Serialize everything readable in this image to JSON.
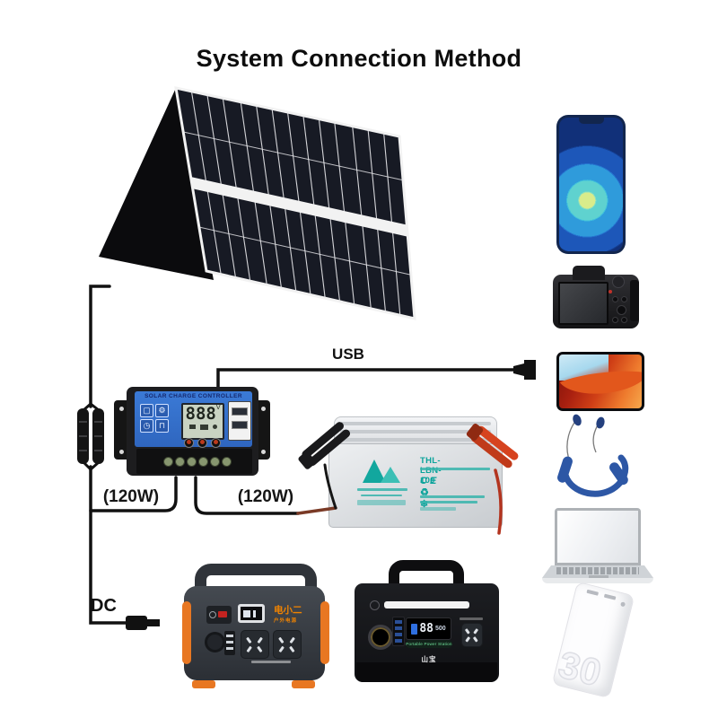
{
  "title": "System Connection Method",
  "connections": {
    "usb_label": "USB",
    "panel_watt_label": "(120W)",
    "battery_watt_label": "(120W)",
    "dc_label": "DC"
  },
  "charge_controller": {
    "title": "SOLAR CHARGE CONTROLLER",
    "lcd_value": "888",
    "lcd_unit": "V"
  },
  "battery": {
    "model": "THL-LBN-100",
    "ce_mark": "CE",
    "icons": {
      "recycle": "♻",
      "snowflake": "❄"
    }
  },
  "power_station_left": {
    "brand": "电小二",
    "brand_sub": "户外电源"
  },
  "power_station_right": {
    "lcd_value": "88",
    "lcd_sub": "500",
    "badge": "Portable Power Station",
    "brand": "山宝"
  },
  "power_bank": {
    "capacity_mark": "30"
  },
  "devices": [
    {
      "name": "smartphone"
    },
    {
      "name": "digital-camera"
    },
    {
      "name": "tablet"
    },
    {
      "name": "wireless-earphones"
    },
    {
      "name": "laptop"
    },
    {
      "name": "power-bank"
    }
  ],
  "colors": {
    "wire": "#111111",
    "controller_blue": "#3273d0",
    "battery_teal": "#0ba39b",
    "accent_orange": "#e87722",
    "brand_orange": "#f08300"
  }
}
